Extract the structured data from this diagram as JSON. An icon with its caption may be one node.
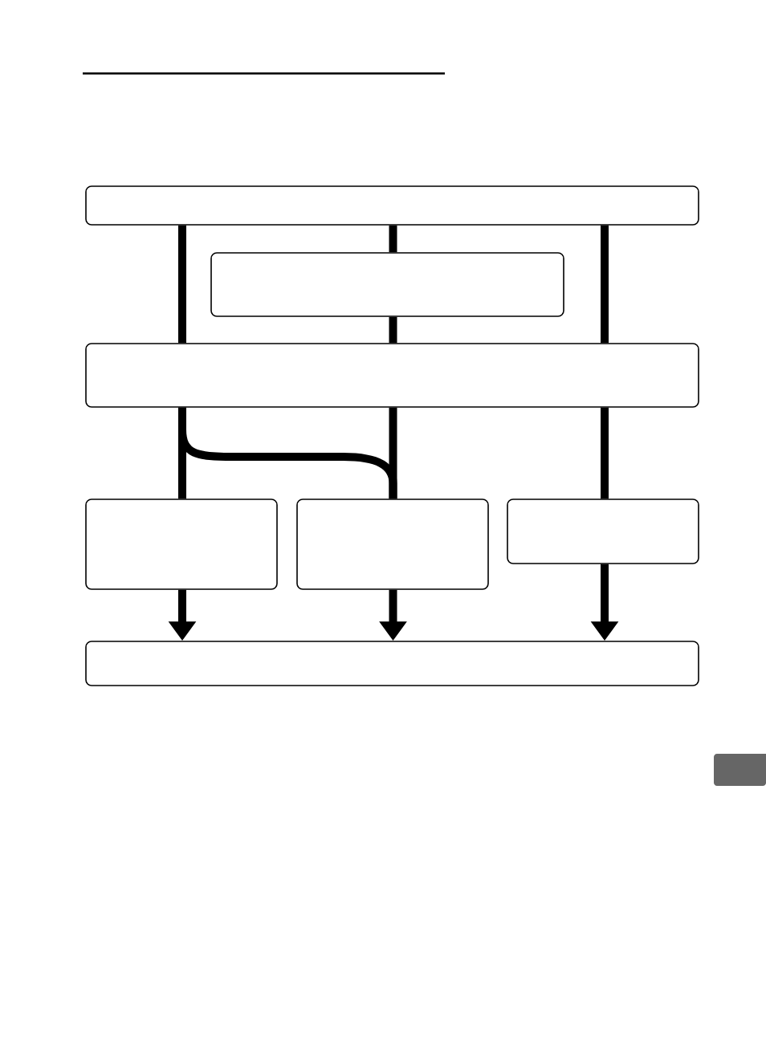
{
  "diagram": {
    "nodes": [
      {
        "text": [],
        "shape": "box"
      },
      {
        "text": [],
        "shape": "box"
      },
      {
        "text": [],
        "shape": "box"
      },
      {
        "text": [],
        "shape": "box"
      },
      {
        "text": [],
        "shape": "box"
      },
      {
        "text": [],
        "shape": "box"
      },
      {
        "text": [],
        "shape": "box"
      }
    ],
    "edges": [
      {
        "from": 0,
        "to": 2,
        "arrow": "none"
      },
      {
        "from": 0,
        "to": 1,
        "arrow": "none"
      },
      {
        "from": 1,
        "to": 2,
        "arrow": "none"
      },
      {
        "from": 0,
        "to": 2,
        "arrow": "none"
      },
      {
        "from": 2,
        "to": 3,
        "arrow": "none"
      },
      {
        "from": 2,
        "to": 4,
        "arrow": "none"
      },
      {
        "from": 2,
        "to": 4,
        "arrow": "none"
      },
      {
        "from": 2,
        "to": 5,
        "arrow": "none"
      },
      {
        "from": 3,
        "to": 6,
        "arrow": "to"
      },
      {
        "from": 4,
        "to": 6,
        "arrow": "to"
      },
      {
        "from": 5,
        "to": 6,
        "arrow": "to"
      }
    ]
  }
}
